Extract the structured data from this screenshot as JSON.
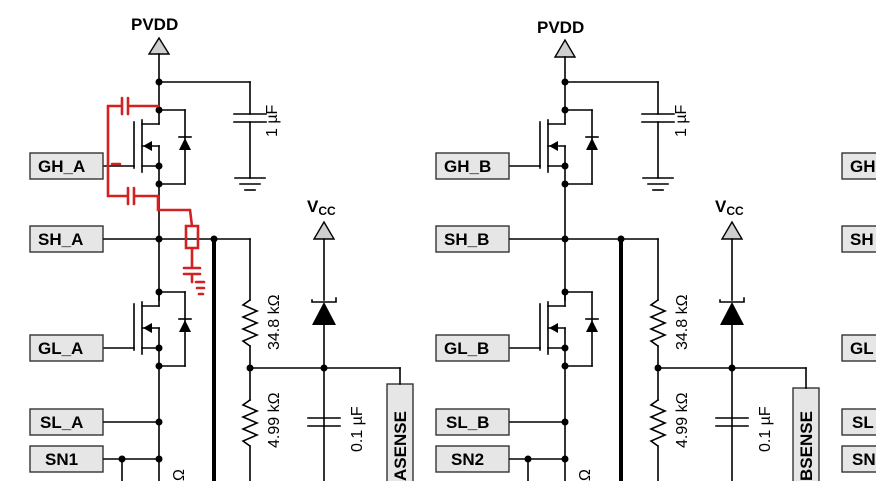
{
  "rails": {
    "pvdd": "PVDD",
    "vcc_main": "V",
    "vcc_sub": "CC"
  },
  "phase_a": {
    "gh": "GH_A",
    "sh": "SH_A",
    "gl": "GL_A",
    "sl": "SL_A",
    "sn": "SN1",
    "sense": "ASENSE"
  },
  "phase_b": {
    "gh": "GH_B",
    "sh": "SH_B",
    "gl": "GL_B",
    "sl": "SL_B",
    "sn": "SN2",
    "sense": "BSENSE"
  },
  "phase_c_partial": {
    "gh": "GH",
    "sh": "SH",
    "gl": "GL",
    "sl": "SL",
    "sn": "SN"
  },
  "components": {
    "cap_bulk": "1 µF",
    "res_top": "34.8 kΩ",
    "res_bottom": "4.99 kΩ",
    "cap_filter": "0.1 µF",
    "ohm_partial": "Ω"
  },
  "colors": {
    "markup": "#d42020",
    "label_fill": "#e6e6e6"
  }
}
